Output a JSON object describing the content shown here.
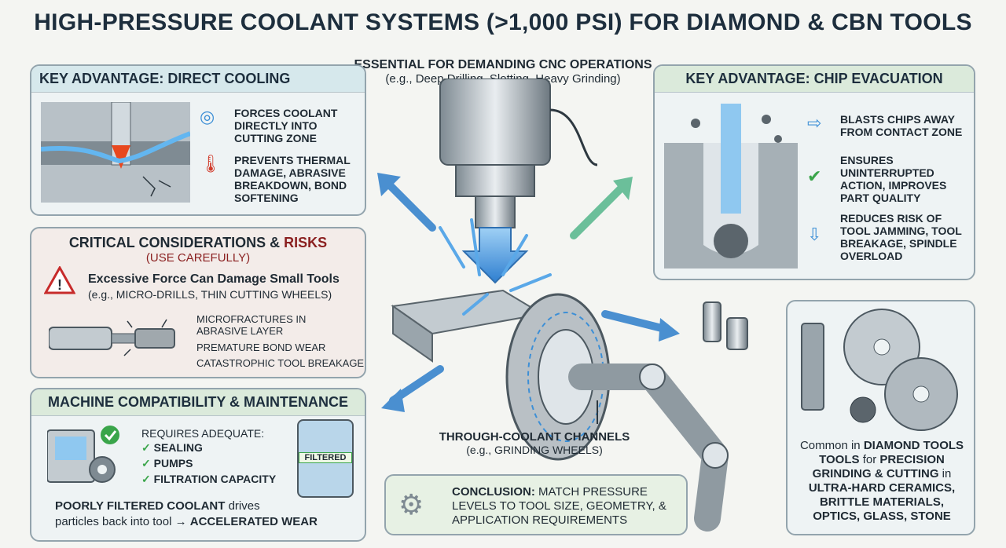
{
  "title": "HIGH-PRESSURE COOLANT SYSTEMS (>1,000 PSI) FOR DIAMOND & CBN TOOLS",
  "intro": {
    "line1": "ESSENTIAL FOR DEMANDING CNC OPERATIONS",
    "line2": "(e.g., Deep Drilling, Slotting, Heavy Grinding)"
  },
  "direct_cooling": {
    "head": "KEY ADVANTAGE: DIRECT COOLING",
    "item1": "FORCES COOLANT DIRECTLY INTO CUTTING ZONE",
    "item2": "PREVENTS THERMAL DAMAGE, ABRASIVE BREAKDOWN, BOND SOFTENING"
  },
  "chip_evacuation": {
    "head": "KEY ADVANTAGE: CHIP EVACUATION",
    "item1": "BLASTS CHIPS AWAY FROM CONTACT ZONE",
    "item2": "ENSURES UNINTERRUPTED ACTION, IMPROVES PART QUALITY",
    "item3": "REDUCES RISK OF TOOL JAMMING, TOOL BREAKAGE, SPINDLE OVERLOAD"
  },
  "risks": {
    "head_a": "CRITICAL CONSIDERATIONS &",
    "head_b": "RISKS",
    "sub": "(USE CAREFULLY)",
    "warn_title": "Excessive Force Can Damage Small Tools",
    "warn_sub": "(e.g., MICRO-DRILLS, THIN CUTTING WHEELS)",
    "label1": "MICROFRACTURES IN ABRASIVE LAYER",
    "label2": "PREMATURE BOND WEAR",
    "label3": "CATASTROPHIC TOOL BREAKAGE"
  },
  "machine": {
    "head": "MACHINE COMPATIBILITY & MAINTENANCE",
    "requires": "REQUIRES ADEQUATE:",
    "items": [
      "SEALING",
      "PUMPS",
      "FILTRATION CAPACITY"
    ],
    "filtered": "FILTERED",
    "note_bold": "POORLY FILTERED COOLANT",
    "note_rest": "drives",
    "note_line2a": "particles back into tool →",
    "note_line2b": "ACCELERATED WEAR"
  },
  "through_coolant": {
    "line1": "THROUGH-COOLANT CHANNELS",
    "line2": "(e.g., GRINDING WHEELS)"
  },
  "conclusion": {
    "bold": "CONCLUSION:",
    "text": "MATCH PRESSURE LEVELS TO TOOL SIZE, GEOMETRY, & APPLICATION REQUIREMENTS"
  },
  "common": {
    "line1a": "Common in",
    "line1b": "DIAMOND TOOLS",
    "line2a": "TOOLS",
    "line2b": "for",
    "line2c": "PRECISION",
    "line3a": "GRINDING & CUTTING",
    "line3b": "in",
    "line4": "ULTRA-HARD CERAMICS,",
    "line5": "BRITTLE MATERIALS,",
    "line6": "OPTICS, GLASS, STONE"
  },
  "colors": {
    "panel_border": "#93a4ad",
    "coolant_blue": "#3d8fd6",
    "risk_red": "#8a1f1f",
    "check_green": "#3aa54a"
  }
}
